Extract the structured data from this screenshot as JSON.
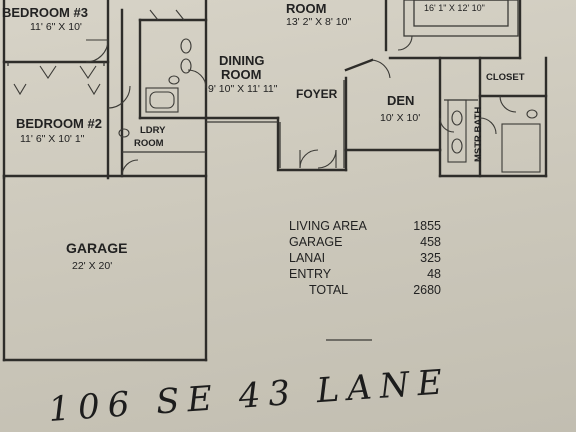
{
  "rooms": {
    "bedroom3": {
      "name": "BEDROOM #3",
      "dim": "11' 6\" X 10'"
    },
    "room_top": {
      "name": "ROOM",
      "dim": "13' 2\" X 8' 10\""
    },
    "top_right_dim": "16' 1\" X 12' 10\"",
    "dining": {
      "name1": "DINING",
      "name2": "ROOM",
      "dim": "9' 10\" X 11' 11\""
    },
    "foyer": {
      "name": "FOYER"
    },
    "den": {
      "name": "DEN",
      "dim": "10' X 10'"
    },
    "closet": {
      "name": "CLOSET"
    },
    "mstr_bath": {
      "name": "MSTR BATH"
    },
    "bedroom2": {
      "name": "BEDROOM #2",
      "dim": "11' 6\" X 10' 1\""
    },
    "laundry": {
      "name1": "LDRY",
      "name2": "ROOM"
    },
    "garage": {
      "name": "GARAGE",
      "dim": "22' X 20'"
    }
  },
  "area_table": [
    {
      "label": "LIVING AREA",
      "value": "1855"
    },
    {
      "label": "GARAGE",
      "value": "458"
    },
    {
      "label": "LANAI",
      "value": "325"
    },
    {
      "label": "ENTRY",
      "value": "48"
    },
    {
      "label": "TOTAL",
      "value": "2680"
    }
  ],
  "address": "106 SE 43 LANE"
}
